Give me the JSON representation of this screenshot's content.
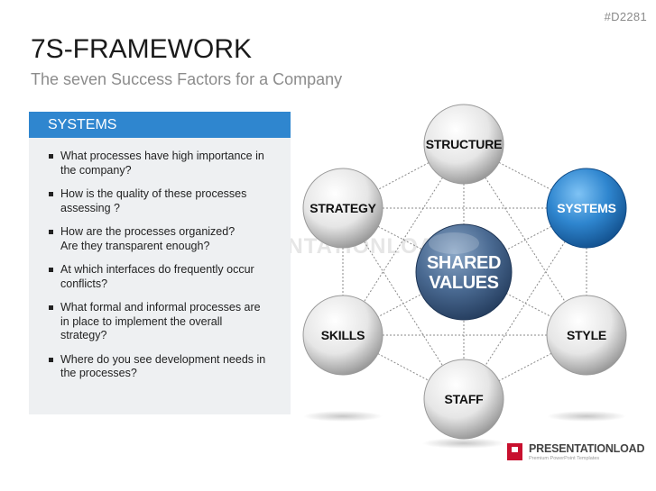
{
  "slide_id": "#D2281",
  "title": "7S-FRAMEWORK",
  "subtitle": "The seven Success Factors for a Company",
  "panel": {
    "header": "SYSTEMS",
    "items": [
      {
        "lines": [
          "What processes have high importance in",
          "the company?"
        ]
      },
      {
        "lines": [
          "How is the quality of these processes",
          "assessing ?"
        ]
      },
      {
        "lines": [
          "How are the processes organized?",
          "Are they transparent enough?"
        ]
      },
      {
        "lines": [
          "At which interfaces do frequently occur",
          "conflicts?"
        ]
      },
      {
        "lines": [
          "What formal and informal processes are",
          "in place to implement the overall",
          "strategy?"
        ]
      },
      {
        "lines": [
          "Where do you see development needs in",
          "the processes?"
        ]
      }
    ]
  },
  "diagram": {
    "nodes": {
      "structure": "STRUCTURE",
      "strategy": "STRATEGY",
      "systems": "SYSTEMS",
      "skills": "SKILLS",
      "style": "STYLE",
      "staff": "STAFF",
      "center_line1": "SHARED",
      "center_line2": "VALUES"
    },
    "highlighted_node": "systems",
    "colors": {
      "highlight": "#2f86cf",
      "center": "#3f5f86",
      "sphere": "#d8d8d8",
      "header": "#2f86cf"
    }
  },
  "watermark": "PRESENTATIONLOAD",
  "logo": {
    "name": "PRESENTATIONLOAD",
    "tagline": "Premium PowerPoint Templates"
  }
}
